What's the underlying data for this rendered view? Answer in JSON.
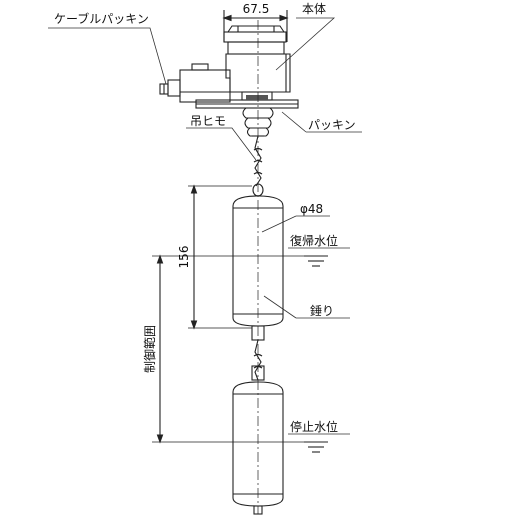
{
  "labels": {
    "cable_packing": "ケーブルパッキン",
    "body": "本体",
    "packing": "パッキン",
    "hanging_cord": "吊ヒモ",
    "diameter": "φ48",
    "return_level": "復帰水位",
    "weight": "錘り",
    "stop_level": "停止水位",
    "control_range": "制御範囲"
  },
  "dimensions": {
    "width": "67.5",
    "height": "156"
  },
  "colors": {
    "line": "#222222",
    "leader": "#333333",
    "hatch": "#555555"
  }
}
